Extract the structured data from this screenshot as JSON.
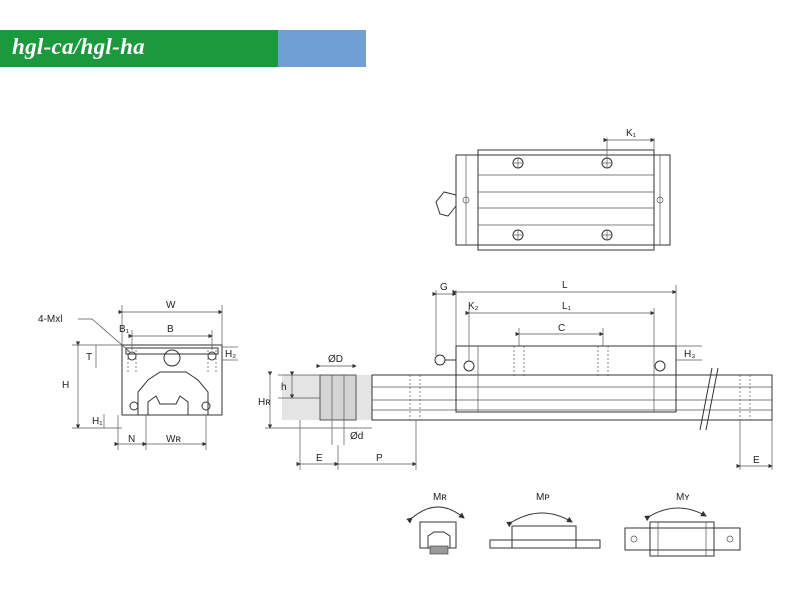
{
  "header": {
    "title": "hgl-ca/hgl-ha",
    "colors": {
      "green": "#1a9a3c",
      "blue": "#6f9fd4"
    }
  },
  "front_view": {
    "W": "W",
    "B": "B",
    "B1": "B₁",
    "mounting": "4-Mxl",
    "T": "T",
    "H": "H",
    "H1": "H₁",
    "H2": "H₂",
    "N": "N",
    "WR": "Wʀ"
  },
  "top_view": {
    "K1": "K₁"
  },
  "side_view": {
    "G": "G",
    "L": "L",
    "K2": "K₂",
    "L1": "L₁",
    "C": "C",
    "H3": "H₃",
    "OD": "ØD",
    "h": "h",
    "HR": "Hʀ",
    "od": "Ød",
    "E_left": "E",
    "P": "P",
    "E_right": "E"
  },
  "moments": {
    "MR": "Mʀ",
    "MP": "Mᴘ",
    "MY": "Mʏ"
  }
}
